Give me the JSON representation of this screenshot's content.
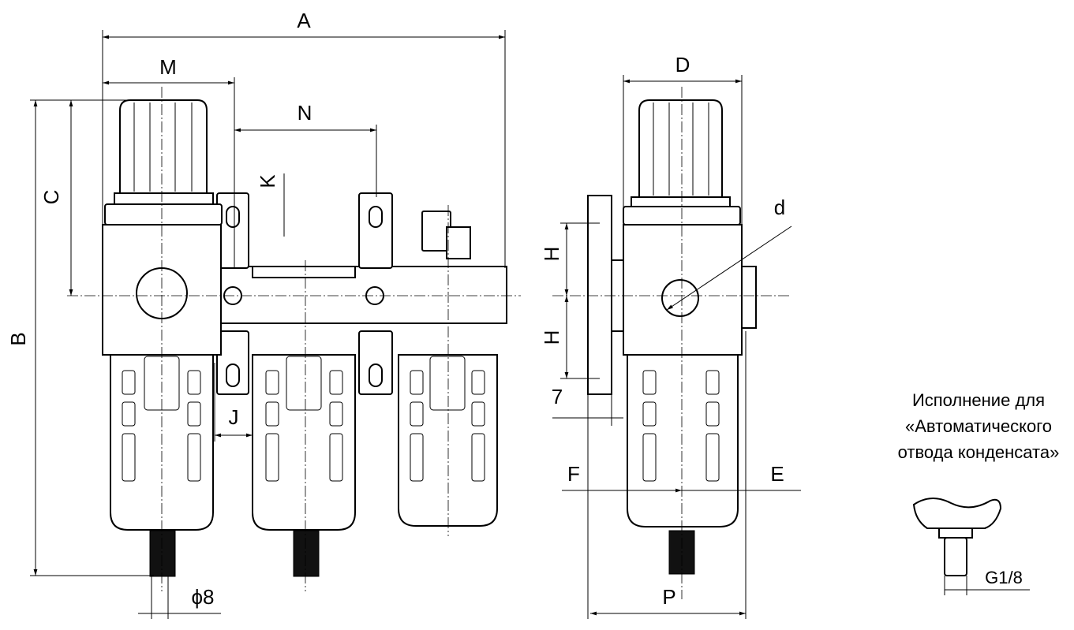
{
  "drawing": {
    "front_view": {
      "dimensions": {
        "A": "A",
        "M": "M",
        "N": "N",
        "K": "K",
        "C": "C",
        "B": "B",
        "J": "J",
        "phi8": "ϕ8"
      }
    },
    "side_view": {
      "dimensions": {
        "D": "D",
        "d": "d",
        "H1": "H",
        "H2": "H",
        "seven": "7",
        "F": "F",
        "E": "E",
        "P": "P"
      }
    },
    "auto_drain_variant": {
      "caption_lines": [
        "Исполнение для",
        "«Автоматического",
        "отвода конденсата»"
      ],
      "thread": "G1/8"
    }
  }
}
